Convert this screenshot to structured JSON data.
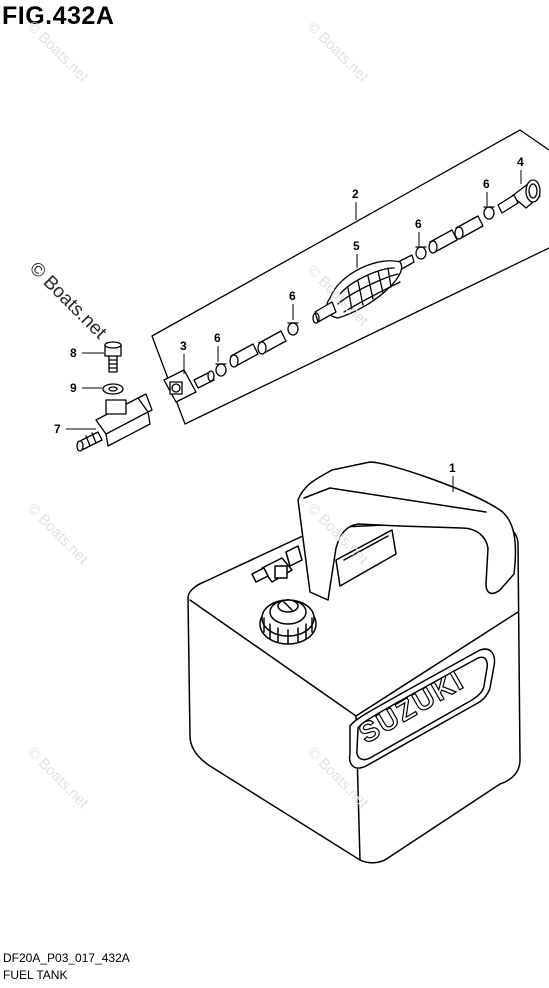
{
  "figure": {
    "title": "FIG.432A",
    "code": "DF20A_P03_017_432A",
    "name": "FUEL TANK"
  },
  "callouts": [
    "1",
    "2",
    "3",
    "4",
    "5",
    "6",
    "6",
    "6",
    "6",
    "7",
    "8",
    "9"
  ],
  "tank_brand": "SUZUKI",
  "watermark": "© Boats.net"
}
